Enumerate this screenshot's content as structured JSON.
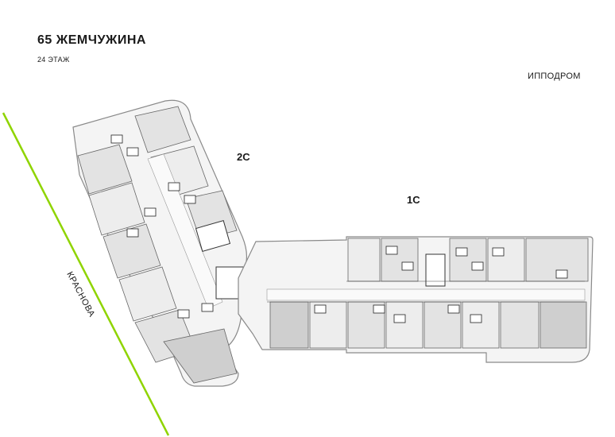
{
  "header": {
    "title": "65 ЖЕМЧУЖИНА",
    "floor": "24 ЭТАЖ"
  },
  "labels": {
    "landmark": "ИППОДРОМ",
    "street": "КРАСНОВА",
    "section_2c": "2С",
    "section_1c": "1С"
  },
  "colors": {
    "street_line": "#8fd400",
    "walls": "#3a3a3a",
    "unit_fill": "#e3e3e3",
    "unit_fill_dark": "#cfcfcf",
    "outline": "#9a9a9a"
  }
}
